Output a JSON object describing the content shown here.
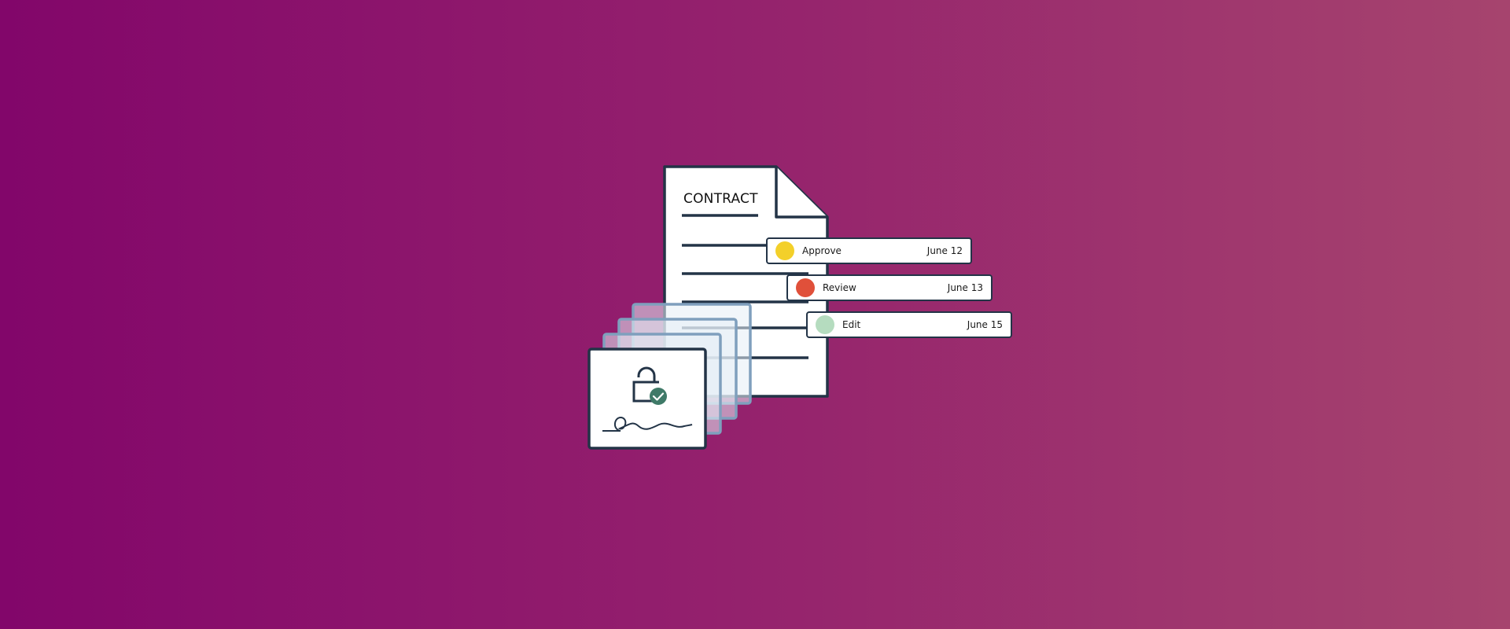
{
  "document": {
    "title": "CONTRACT"
  },
  "status_cards": [
    {
      "label": "Approve",
      "date": "June 12",
      "color": "#f3d02a"
    },
    {
      "label": "Review",
      "date": "June 13",
      "color": "#e0503a"
    },
    {
      "label": "Edit",
      "date": "June 15",
      "color": "#b5dcbf"
    }
  ],
  "icons": {
    "lock": "lock-icon",
    "check": "check-badge-icon",
    "signature": "signature-icon"
  },
  "colors": {
    "background_left": "#82066a",
    "background_right": "#a6446e",
    "outline": "#233447",
    "stack_outline": "#7f9fbd",
    "check_badge": "#3f7a68"
  }
}
